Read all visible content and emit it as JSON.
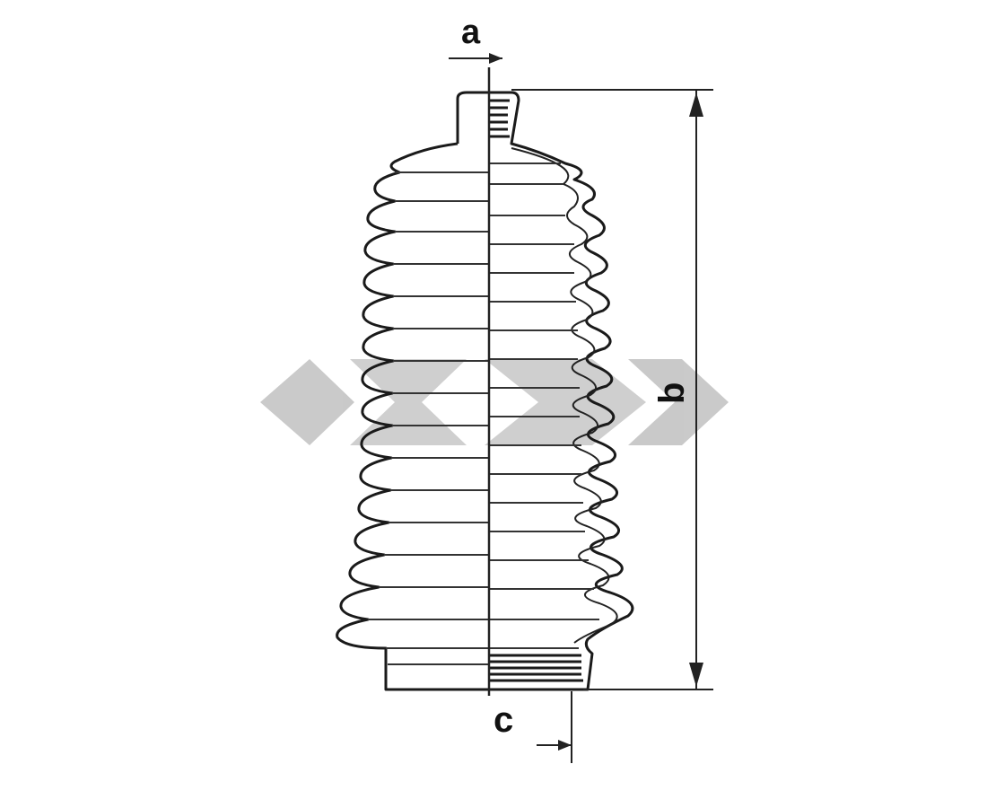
{
  "diagram": {
    "dimension_labels": {
      "a": "a",
      "b": "b",
      "c": "c"
    },
    "watermark": {
      "color": "#9e9e9e",
      "icon": "diamond-logo-watermark"
    },
    "line_color": "#1a1a1a"
  }
}
